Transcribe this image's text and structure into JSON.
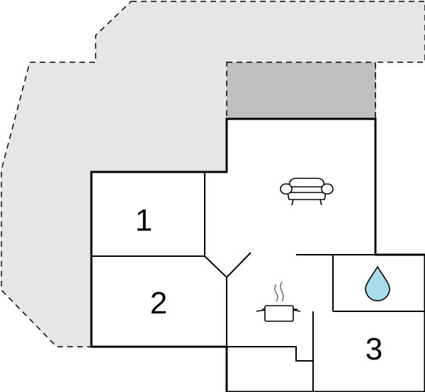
{
  "floorplan": {
    "rooms": [
      {
        "label": "1"
      },
      {
        "label": "2"
      },
      {
        "label": "3"
      }
    ],
    "icons": {
      "living": "sofa-icon",
      "kitchen": "cooking-pot-icon",
      "bathroom": "water-drop-icon"
    },
    "colors": {
      "outdoor_area": "#e6e6e6",
      "terrace": "#bfbfbf",
      "walls": "#000000",
      "interior": "#ffffff",
      "water_drop": "#a8dcea"
    }
  }
}
